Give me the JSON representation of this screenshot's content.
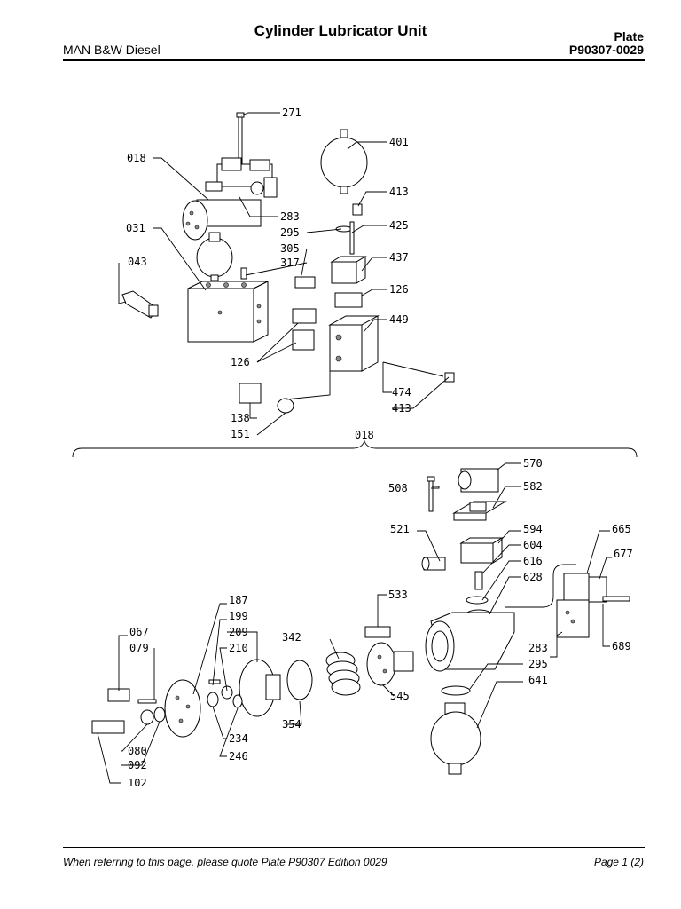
{
  "header": {
    "title": "Cylinder Lubricator Unit",
    "company": "MAN B&W Diesel",
    "plate_label": "Plate",
    "plate_number": "P90307-0029"
  },
  "footer": {
    "note": "When referring to this page, please quote Plate P90307  Edition 0029",
    "page": "Page 1 (2)"
  },
  "callouts": {
    "c271": "271",
    "c018a": "018",
    "c401": "401",
    "c413a": "413",
    "c283a": "283",
    "c295a": "295",
    "c425": "425",
    "c031": "031",
    "c305": "305",
    "c317": "317",
    "c437": "437",
    "c043": "043",
    "c126a": "126",
    "c449": "449",
    "c126b": "126",
    "c474": "474",
    "c138": "138",
    "c413b": "413",
    "c151": "151",
    "c018b": "018",
    "c570": "570",
    "c508": "508",
    "c582": "582",
    "c521": "521",
    "c594": "594",
    "c604": "604",
    "c665": "665",
    "c616": "616",
    "c677": "677",
    "c628": "628",
    "c533": "533",
    "c187": "187",
    "c199": "199",
    "c067": "067",
    "c209": "209",
    "c342": "342",
    "c079": "079",
    "c210": "210",
    "c283b": "283",
    "c689": "689",
    "c295b": "295",
    "c641": "641",
    "c545": "545",
    "c354": "354",
    "c234": "234",
    "c080": "080",
    "c246": "246",
    "c092": "092",
    "c102": "102"
  }
}
